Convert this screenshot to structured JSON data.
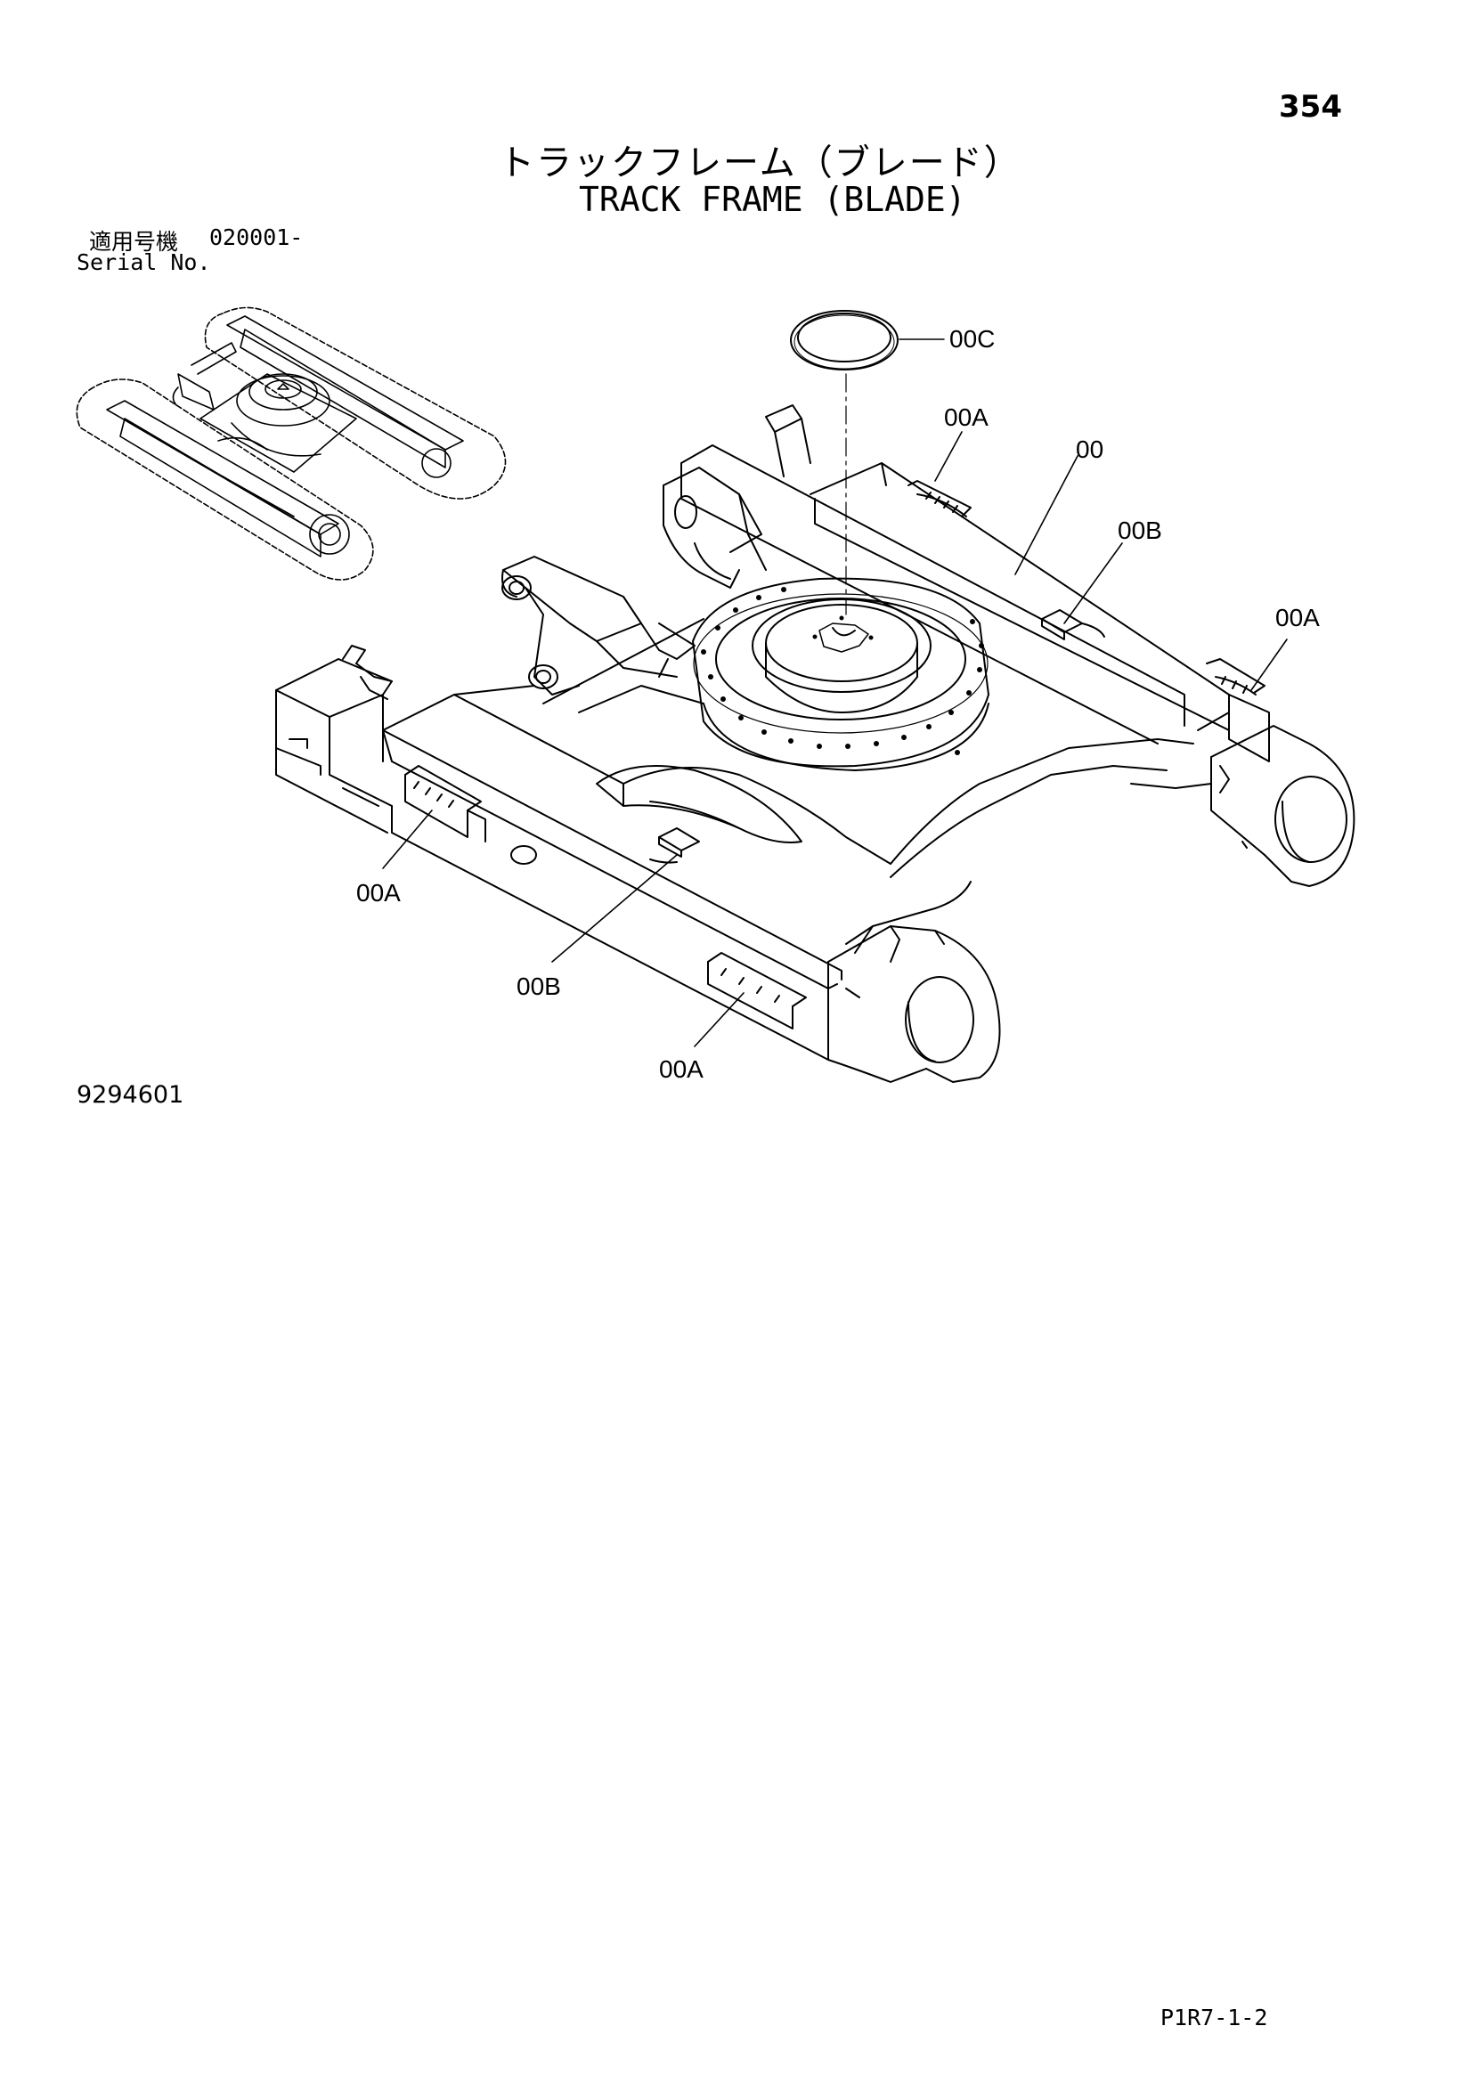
{
  "page": {
    "number": "354",
    "title_jp": "トラックフレーム（ブレード）",
    "title_en": "TRACK FRAME (BLADE)",
    "serial_label_jp": "適用号機",
    "serial_value": "020001-",
    "serial_label_en": "Serial No.",
    "drawing_number": "9294601",
    "page_code": "P1R7-1-2"
  },
  "callouts": {
    "c00c": "00C",
    "c00a_top": "00A",
    "c00": "00",
    "c00b_right": "00B",
    "c00a_right": "00A",
    "c00a_left": "00A",
    "c00b_bottom": "00B",
    "c00a_bottom": "00A"
  },
  "icons": [
    "track-frame-overview-thumbnail",
    "track-frame-exploded-drawing",
    "seal-ring-drawing"
  ]
}
